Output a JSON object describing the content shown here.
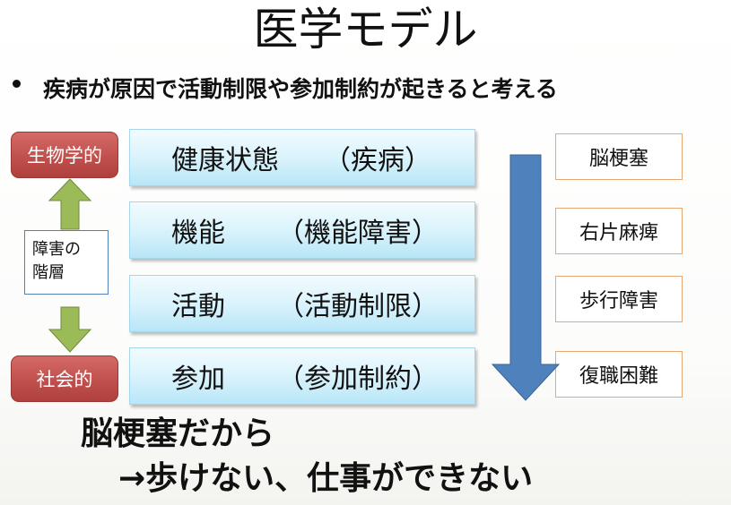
{
  "title": "医学モデル",
  "bullet": "疾病が原因で活動制限や参加制約が起きると考える",
  "stages": [
    {
      "name": "健康状態",
      "paren": "（疾病）"
    },
    {
      "name": "機能",
      "paren": "（機能障害）"
    },
    {
      "name": "活動",
      "paren": "（活動制限）"
    },
    {
      "name": "参加",
      "paren": "（参加制約）"
    }
  ],
  "left": {
    "top_label": "生物学的",
    "bottom_label": "社会的",
    "hierarchy_line1": "障害の",
    "hierarchy_line2": "階層"
  },
  "examples": [
    "脳梗塞",
    "右片麻痺",
    "歩行障害",
    "復職困難"
  ],
  "conclusion": {
    "line1": "脳梗塞だから",
    "line2": "→歩けない、仕事ができない"
  },
  "colors": {
    "stage_fill": "#daf3fc",
    "pill_fill": "#c0504d",
    "up_down_arrow": "#9bbb59",
    "flow_arrow": "#4f81bd",
    "example_border": "#e8a874",
    "hierarchy_border": "#4f81bd"
  }
}
